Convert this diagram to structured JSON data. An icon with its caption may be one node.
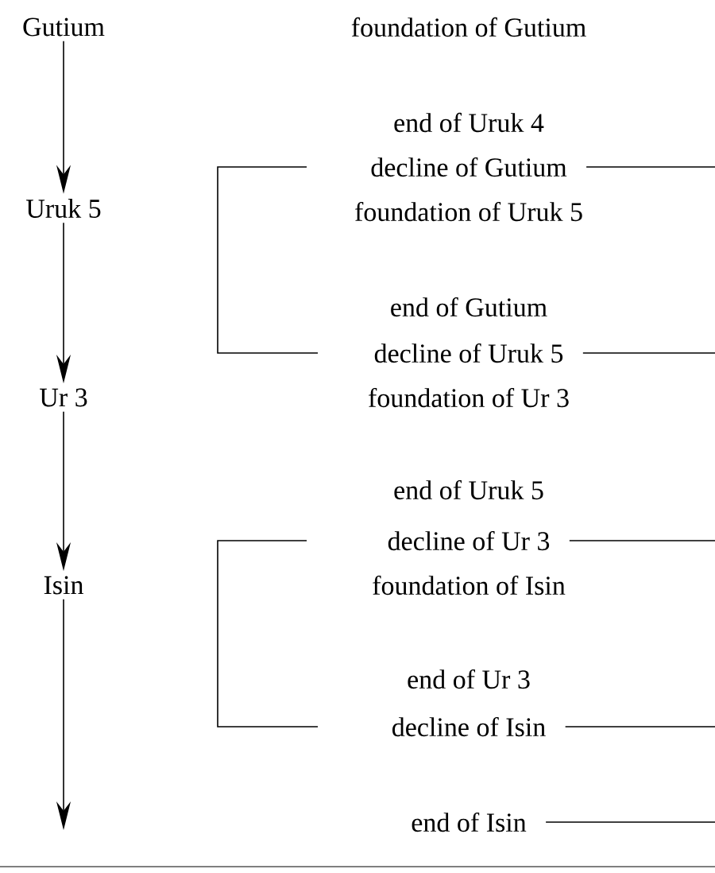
{
  "diagram": {
    "nodes": [
      {
        "text": [
          "Gutium"
        ]
      },
      {
        "text": [
          "Uruk 5"
        ]
      },
      {
        "text": [
          "Ur 3"
        ]
      },
      {
        "text": [
          "Isin"
        ]
      }
    ],
    "edges": [
      {
        "from": 0,
        "to": 1,
        "arrow": "to"
      },
      {
        "from": 1,
        "to": 2,
        "arrow": "to"
      },
      {
        "from": 2,
        "to": 3,
        "arrow": "to"
      },
      {
        "from": 3,
        "to": null,
        "arrow": "to"
      }
    ],
    "labels": [
      "foundation of Gutium",
      "end of Uruk 4",
      "decline of Gutium",
      "foundation of Uruk 5",
      "end of Gutium",
      "decline of Uruk 5",
      "foundation of Ur 3",
      "end of Uruk 5",
      "decline of Ur 3",
      "foundation of Isin",
      "end of Ur 3",
      "decline of Isin",
      "end of Isin"
    ]
  }
}
